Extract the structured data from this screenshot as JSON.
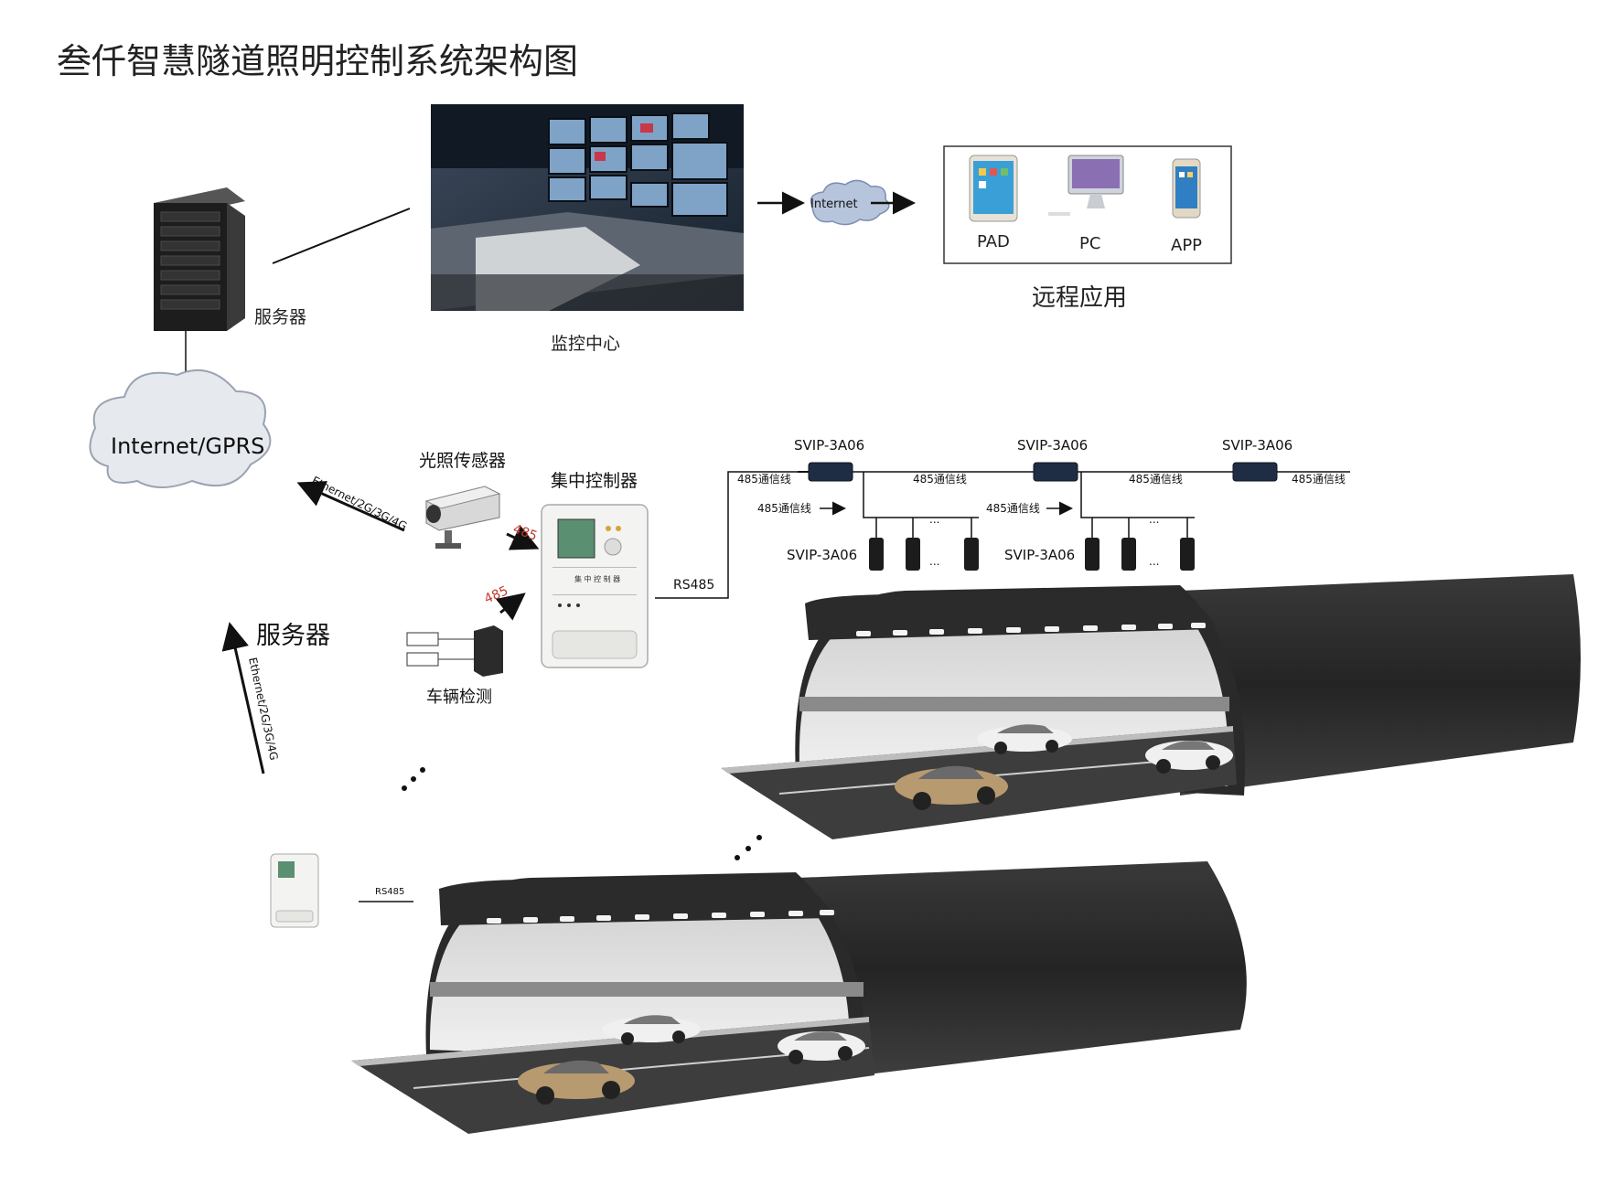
{
  "title": "叁仟智慧隧道照明控制系统架构图",
  "server": {
    "label": "服务器"
  },
  "monitoring_center": {
    "label": "监控中心"
  },
  "internet_cloud_small": {
    "label": "Internet"
  },
  "remote": {
    "title": "远程应用",
    "devices": [
      {
        "label": "PAD",
        "icon": "tablet-icon"
      },
      {
        "label": "PC",
        "icon": "desktop-icon"
      },
      {
        "label": "APP",
        "icon": "phone-icon"
      }
    ]
  },
  "gprs_cloud": {
    "label": "Internet/GPRS"
  },
  "links": {
    "ethernet_top": "Ethernet/2G/3G/4G",
    "ethernet_left": "Ethernet/2G/3G/4G",
    "server_big": "服务器",
    "rs485_main": "RS485",
    "rs485_small": "RS485",
    "proto_485_a": "485",
    "proto_485_b": "485",
    "ellipsis": "..."
  },
  "sensor": {
    "label": "光照传感器"
  },
  "controller": {
    "label": "集中控制器",
    "panel_text": "集 中 控 制 器"
  },
  "vehicle_detect": {
    "label": "车辆检测"
  },
  "bus": {
    "module_labels": [
      "SVIP-3A06",
      "SVIP-3A06",
      "SVIP-3A06"
    ],
    "wire_labels": [
      "485通信线",
      "485通信线",
      "485通信线",
      "485通信线"
    ],
    "branch_labels": [
      "485通信线",
      "485通信线"
    ],
    "driver_labels": [
      "SVIP-3A06",
      "SVIP-3A06"
    ]
  },
  "colors": {
    "accent_red": "#c0392b",
    "tunnel_dark": "#2b2b2b",
    "cloud": "#e6e9ee"
  }
}
